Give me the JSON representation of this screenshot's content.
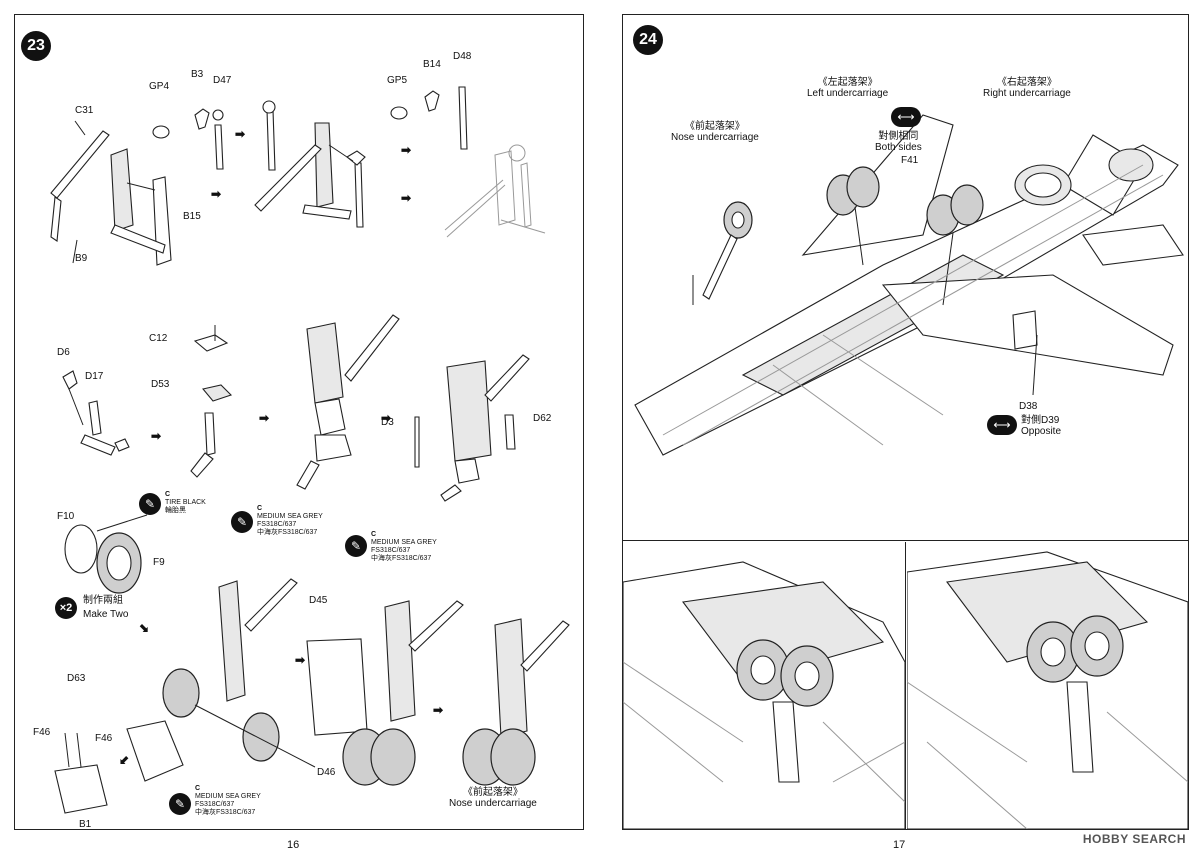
{
  "left_page": {
    "step_number": "23",
    "page_number": "16",
    "part_labels": {
      "c31": "C31",
      "gp4": "GP4",
      "b3": "B3",
      "d47": "D47",
      "gp5": "GP5",
      "b14": "B14",
      "d48": "D48",
      "b15": "B15",
      "b9": "B9",
      "d6": "D6",
      "d17": "D17",
      "c12": "C12",
      "d53": "D53",
      "d3": "D3",
      "d62": "D62",
      "f10": "F10",
      "f9": "F9",
      "d45": "D45",
      "d63": "D63",
      "f46a": "F46",
      "f46b": "F46",
      "d46": "D46",
      "b1": "B1"
    },
    "paint_tire": {
      "code": "C",
      "name": "TIRE BLACK",
      "name_cn": "輪胎黑"
    },
    "paint_grey_1": {
      "code": "C",
      "name": "MEDIUM SEA GREY",
      "fs": "FS318C/637",
      "name_cn": "中海灰FS318C/637"
    },
    "paint_grey_2": {
      "code": "C",
      "name": "MEDIUM SEA GREY",
      "fs": "FS318C/637",
      "name_cn": "中海灰FS318C/637"
    },
    "paint_grey_3": {
      "code": "C",
      "name": "MEDIUM SEA GREY",
      "fs": "FS318C/637",
      "name_cn": "中海灰FS318C/637"
    },
    "make_two_count": "×2",
    "make_two_cn": "制作兩組",
    "make_two_en": "Make Two",
    "nose_cn": "《前起落架》",
    "nose_en": "Nose undercarriage"
  },
  "right_page": {
    "step_number": "24",
    "page_number": "17",
    "left_uc_cn": "《左起落架》",
    "left_uc_en": "Left undercarriage",
    "right_uc_cn": "《右起落架》",
    "right_uc_en": "Right undercarriage",
    "nose_uc_cn": "《前起落架》",
    "nose_uc_en": "Nose undercarriage",
    "both_sides_cn": "對側相同",
    "both_sides_en": "Both sides",
    "f41": "F41",
    "d38": "D38",
    "opposite_cn": "對側D39",
    "opposite_en": "Opposite"
  },
  "watermark": "HOBBY SEARCH",
  "icons": [
    "paint-brush-icon",
    "double-arrow-icon",
    "assembly-arrow-icon"
  ]
}
